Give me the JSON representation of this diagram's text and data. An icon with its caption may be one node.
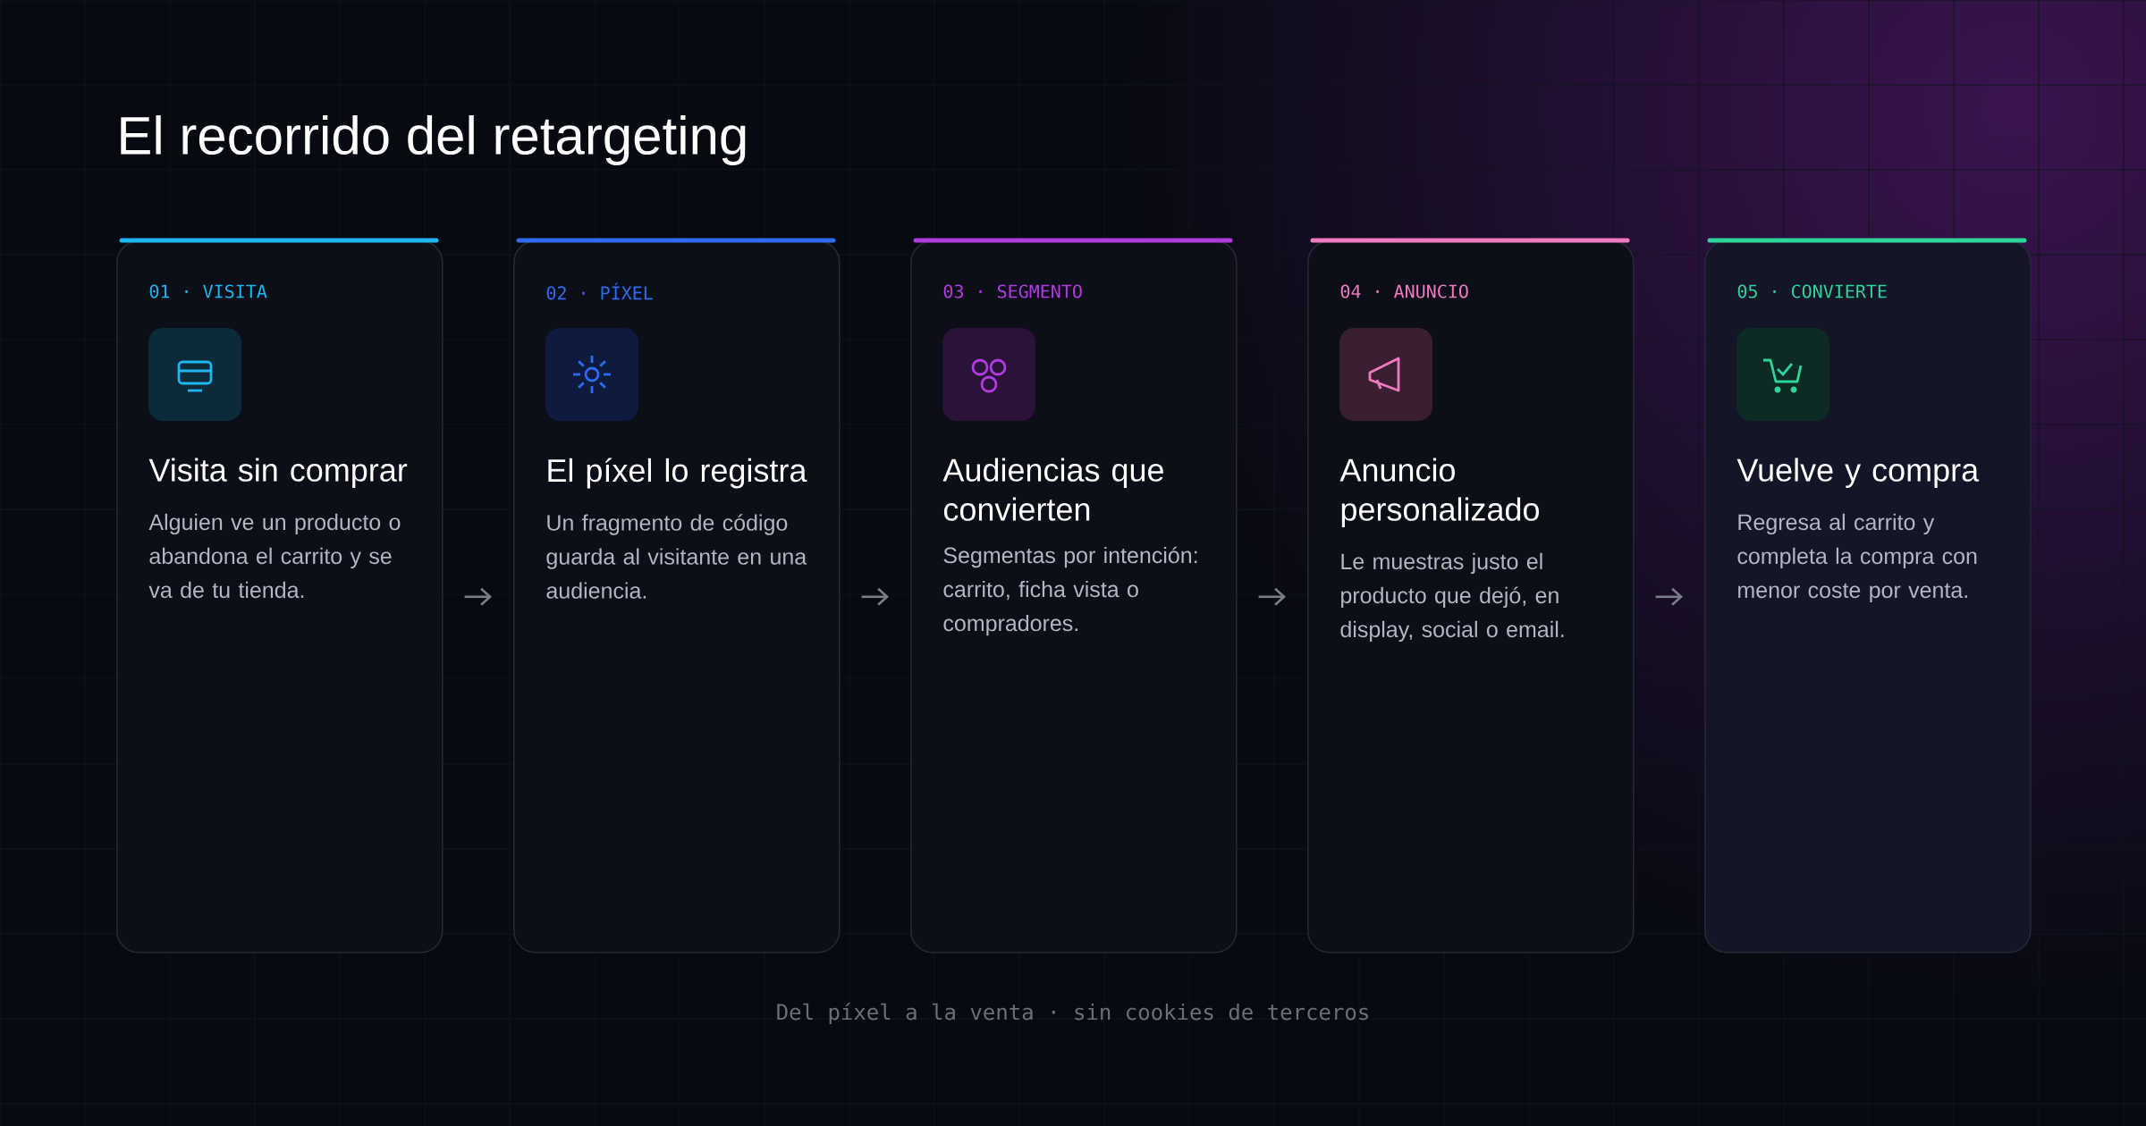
{
  "diagram": {
    "title": "El recorrido del retargeting",
    "nodes": [
      {
        "text": [
          "01 · VISITA",
          "Visita sin comprar",
          "Alguien ve un producto o abandona el carrito y se va de tu tienda."
        ]
      },
      {
        "text": [
          "02 · PÍXEL",
          "El píxel lo registra",
          "Un fragmento de código guarda al visitante en una audiencia."
        ]
      },
      {
        "text": [
          "03 · SEGMENTO",
          "Audiencias que convierten",
          "Segmentas por intención: carrito, ficha vista o compradores."
        ]
      },
      {
        "text": [
          "04 · ANUNCIO",
          "Anuncio personalizado",
          "Le muestras justo el producto que dejó, en display, social o email."
        ]
      },
      {
        "text": [
          "05 · CONVIERTE",
          "Vuelve y compra",
          "Regresa al carrito y completa la compra con menor coste por venta."
        ]
      }
    ],
    "edges": [
      {
        "from": 0,
        "to": 1,
        "arrow": "to"
      },
      {
        "from": 1,
        "to": 2,
        "arrow": "to"
      },
      {
        "from": 2,
        "to": 3,
        "arrow": "to"
      },
      {
        "from": 3,
        "to": 4,
        "arrow": "to"
      }
    ],
    "labels": [
      "Del píxel a la venta · sin cookies de terceros"
    ]
  }
}
